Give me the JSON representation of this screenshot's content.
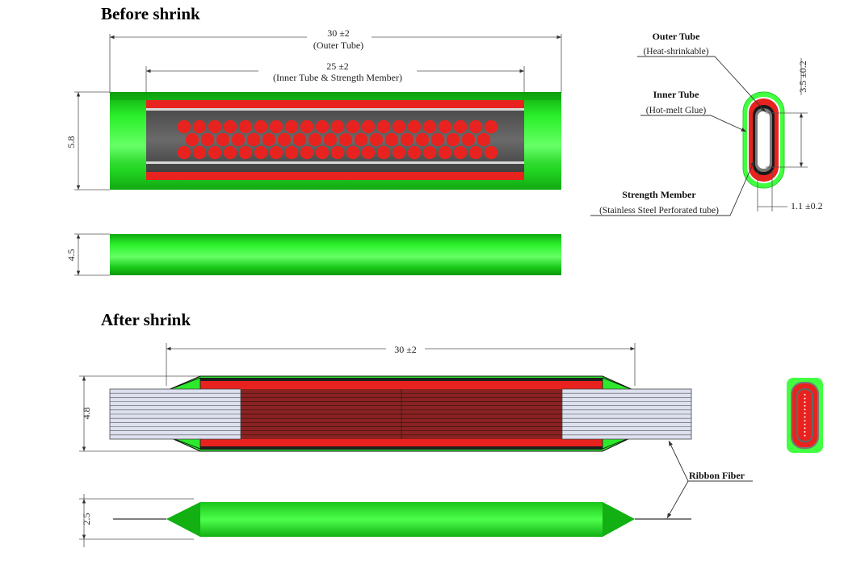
{
  "headings": {
    "before": "Before shrink",
    "after": "After shrink"
  },
  "before": {
    "outer_tube_length": {
      "value": "30 ±2",
      "note": "(Outer Tube)"
    },
    "inner_length": {
      "value": "25 ±2",
      "note": "(Inner Tube & Strength Member)"
    },
    "diameter_before": "5.8",
    "diameter_shrunk_tube": "4.5"
  },
  "cross_section": {
    "outer_tube": {
      "title": "Outer Tube",
      "note": "(Heat-shrinkable)"
    },
    "inner_tube": {
      "title": "Inner Tube",
      "note": "(Hot-melt Glue)"
    },
    "strength_member": {
      "title": "Strength Member",
      "note": "(Stainless Steel Perforated tube)"
    },
    "height_dim": "3.5 ±0.2",
    "width_dim": "1.1 ±0.2"
  },
  "after": {
    "length": "30 ±2",
    "diameter": "4.8",
    "diameter_final": "2.5",
    "ribbon_label": "Ribbon Fiber"
  },
  "colors": {
    "outer_green": "#1ee01e",
    "red": "#e8231f",
    "dark_gray": "#555555",
    "ribbon": "#dde0ee"
  }
}
